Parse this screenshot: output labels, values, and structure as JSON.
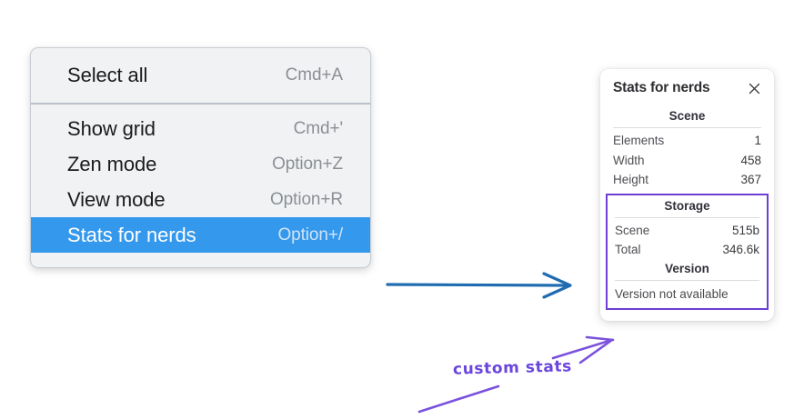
{
  "context_menu": {
    "name": "canvas-context-menu",
    "groups": [
      {
        "items": [
          {
            "label": "Select all",
            "shortcut": "Cmd+A",
            "selected": false
          }
        ]
      },
      {
        "items": [
          {
            "label": "Show grid",
            "shortcut": "Cmd+'",
            "selected": false
          },
          {
            "label": "Zen mode",
            "shortcut": "Option+Z",
            "selected": false
          },
          {
            "label": "View mode",
            "shortcut": "Option+R",
            "selected": false
          },
          {
            "label": "Stats for nerds",
            "shortcut": "Option+/",
            "selected": true
          }
        ]
      }
    ],
    "highlight_color": "#3498ec"
  },
  "stats_panel": {
    "title": "Stats for nerds",
    "close_icon": "close-icon",
    "sections": {
      "scene": {
        "heading": "Scene",
        "rows": [
          {
            "label": "Elements",
            "value": "1"
          },
          {
            "label": "Width",
            "value": "458"
          },
          {
            "label": "Height",
            "value": "367"
          }
        ]
      },
      "storage": {
        "heading": "Storage",
        "rows": [
          {
            "label": "Scene",
            "value": "515b"
          },
          {
            "label": "Total",
            "value": "346.6k"
          }
        ]
      },
      "version": {
        "heading": "Version",
        "text": "Version not available"
      }
    },
    "highlight_border_color": "#6f3ed6"
  },
  "annotations": {
    "label": "custom stats",
    "label_color": "#6b46dd",
    "blue_arrow_color": "#1f6cb0",
    "purple_stroke_color": "#7b52dd"
  }
}
